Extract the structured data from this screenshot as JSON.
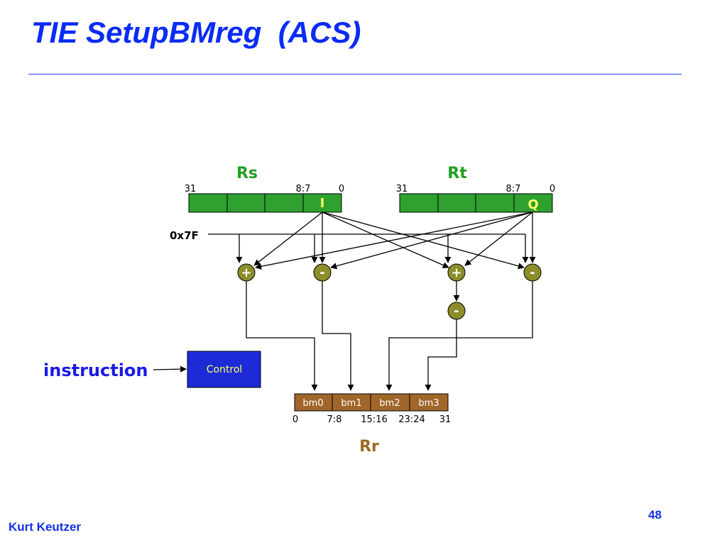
{
  "slide": {
    "title": "TIE SetupBMreg  (ACS)",
    "author": "Kurt Keutzer",
    "page_number": "48"
  },
  "diagram": {
    "rs": {
      "name": "Rs",
      "bit_hi": "31",
      "bit_mid": "8:7",
      "bit_lo": "0",
      "field": "I"
    },
    "rt": {
      "name": "Rt",
      "bit_hi": "31",
      "bit_mid": "8:7",
      "bit_lo": "0",
      "field": "Q"
    },
    "constant": "0x7F",
    "ops": [
      "+",
      "-",
      "+",
      "-",
      "-"
    ],
    "instruction_label": "instruction",
    "control_label": "Control",
    "rr": {
      "name": "Rr",
      "fields": [
        "bm0",
        "bm1",
        "bm2",
        "bm3"
      ],
      "bits": [
        "0",
        "7:8",
        "15:16",
        "23:24",
        "31"
      ]
    },
    "colors": {
      "register": "#2ea12e",
      "adder": "#8d8d2c",
      "control": "#1c2bd6",
      "rr_field": "#a0662a",
      "title": "#0a2cf5"
    }
  }
}
